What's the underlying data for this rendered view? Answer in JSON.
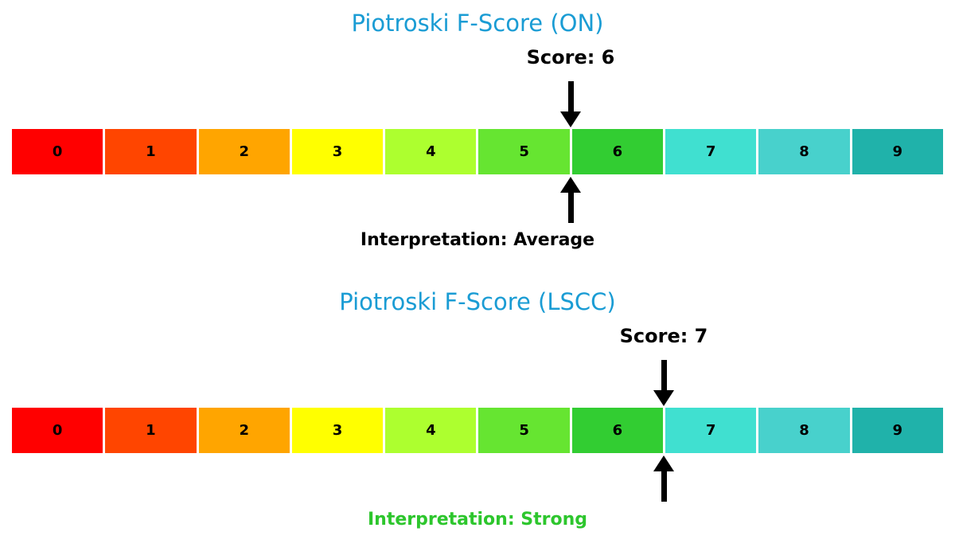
{
  "scale": {
    "values": [
      "0",
      "1",
      "2",
      "3",
      "4",
      "5",
      "6",
      "7",
      "8",
      "9"
    ],
    "colors": [
      "#ff0000",
      "#ff4500",
      "#ffa500",
      "#ffff00",
      "#adff2f",
      "#66e531",
      "#32cd32",
      "#40e0d0",
      "#48d1cc",
      "#20b2aa"
    ]
  },
  "panels": [
    {
      "title": "Piotroski F-Score (ON)",
      "title_color": "#1a9cd4",
      "score": 6,
      "score_label": "Score: 6",
      "interpretation_label": "Interpretation: Average",
      "interpretation_color": "#000000"
    },
    {
      "title": "Piotroski F-Score (LSCC)",
      "title_color": "#1a9cd4",
      "score": 7,
      "score_label": "Score: 7",
      "interpretation_label": "Interpretation: Strong",
      "interpretation_color": "#2dc62d"
    }
  ],
  "chart_data": [
    {
      "type": "heatmap",
      "title": "Piotroski F-Score (ON)",
      "categories": [
        "0",
        "1",
        "2",
        "3",
        "4",
        "5",
        "6",
        "7",
        "8",
        "9"
      ],
      "cell_colors": [
        "#ff0000",
        "#ff4500",
        "#ffa500",
        "#ffff00",
        "#adff2f",
        "#66e531",
        "#32cd32",
        "#40e0d0",
        "#48d1cc",
        "#20b2aa"
      ],
      "score": 6,
      "interpretation": "Average",
      "annotations": [
        "Score: 6",
        "Interpretation: Average"
      ],
      "xlim": [
        0,
        10
      ],
      "legend": "none",
      "grid": false
    },
    {
      "type": "heatmap",
      "title": "Piotroski F-Score (LSCC)",
      "categories": [
        "0",
        "1",
        "2",
        "3",
        "4",
        "5",
        "6",
        "7",
        "8",
        "9"
      ],
      "cell_colors": [
        "#ff0000",
        "#ff4500",
        "#ffa500",
        "#ffff00",
        "#adff2f",
        "#66e531",
        "#32cd32",
        "#40e0d0",
        "#48d1cc",
        "#20b2aa"
      ],
      "score": 7,
      "interpretation": "Strong",
      "annotations": [
        "Score: 7",
        "Interpretation: Strong"
      ],
      "xlim": [
        0,
        10
      ],
      "legend": "none",
      "grid": false
    }
  ]
}
